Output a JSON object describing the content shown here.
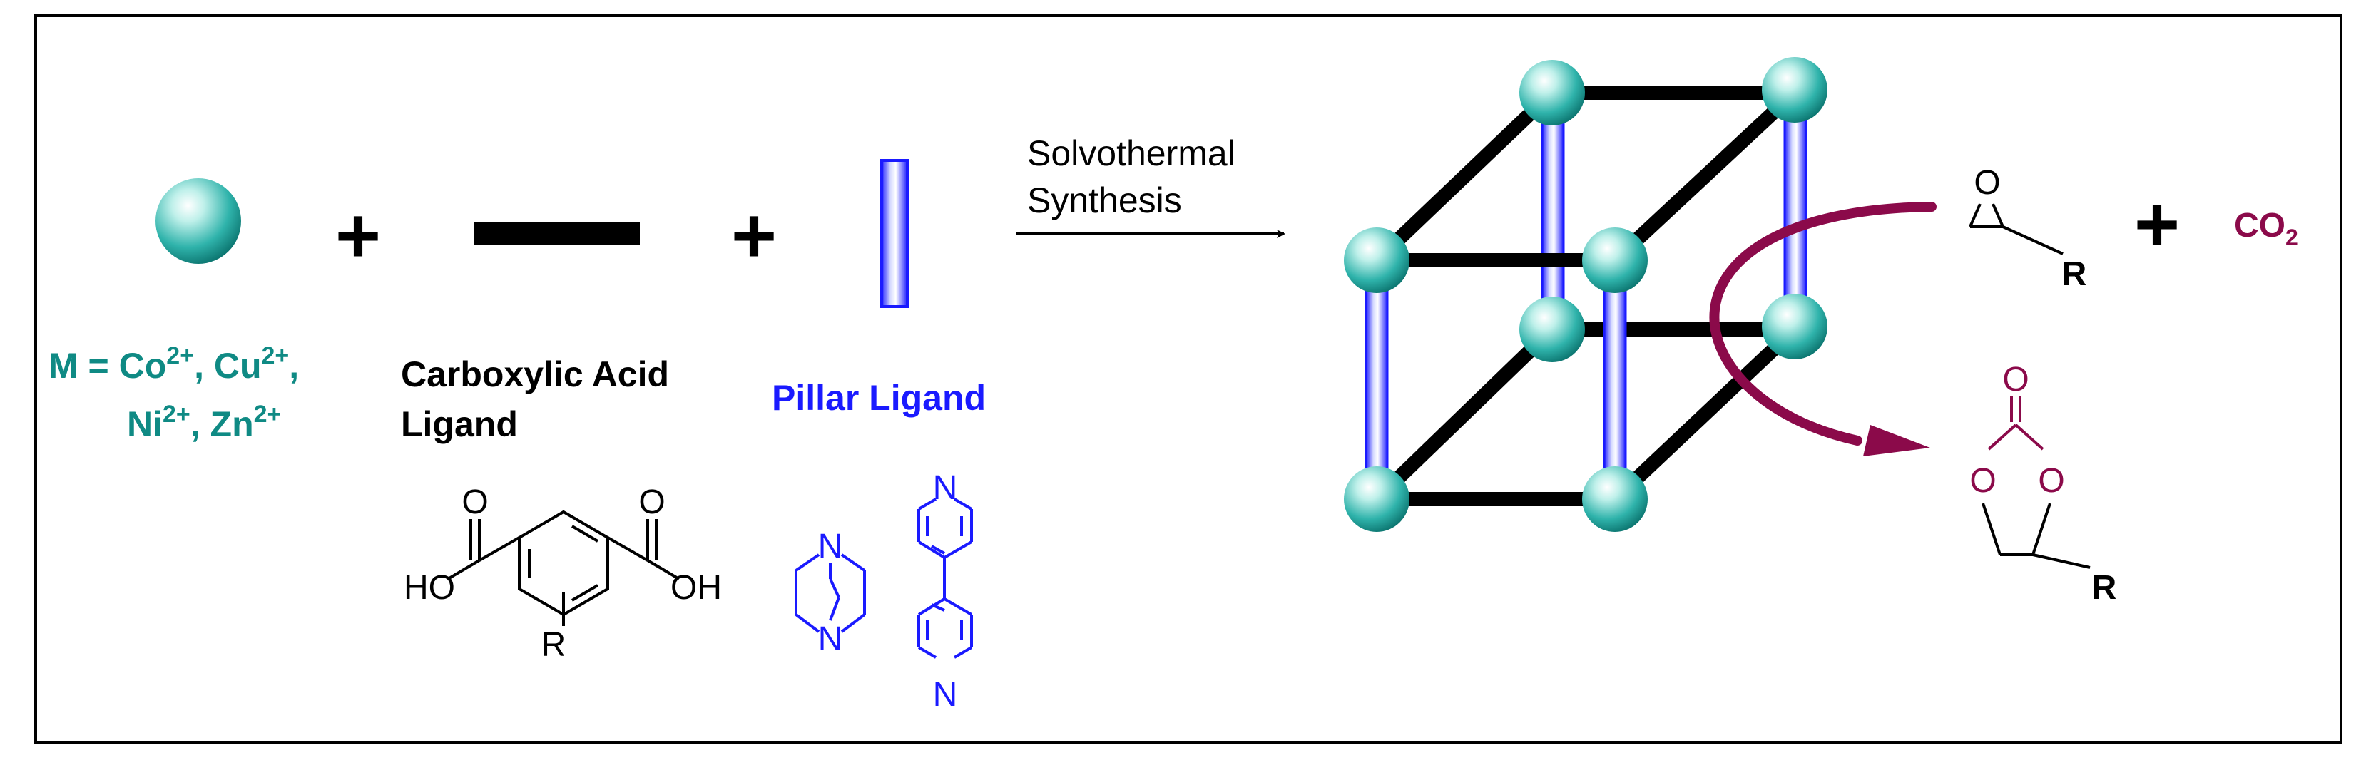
{
  "metal": {
    "line1_prefix": "M = Co",
    "line1_sup1": "2+",
    "line1_mid": ", Cu",
    "line1_sup2": "2+",
    "line1_end": ",",
    "line2_a": "Ni",
    "line2_sup1": "2+",
    "line2_mid": ", Zn",
    "line2_sup2": "2+"
  },
  "carboxylic": {
    "line1": "Carboxylic Acid",
    "line2": "Ligand",
    "ho_left": "HO",
    "o_left": "O",
    "oh_right": "OH",
    "o_right": "O",
    "r_group": "R"
  },
  "pillar": {
    "label": "Pillar Ligand",
    "dabco_n_top": "N",
    "dabco_n_bottom": "N",
    "bipy_n_top": "N",
    "bipy_n_bottom": "N"
  },
  "operators": {
    "plus1": "+",
    "plus2": "+",
    "plus3": "+"
  },
  "arrow": {
    "line1": "Solvothermal",
    "line2": "Synthesis"
  },
  "epoxide": {
    "o": "O",
    "r": "R"
  },
  "co2": {
    "base": "CO",
    "sub": "2"
  },
  "carbonate": {
    "o_top": "O",
    "o_left": "O",
    "o_right": "O",
    "r": "R"
  },
  "colors": {
    "metal_teal": "#0f8a84",
    "pillar_blue": "#1a1aff",
    "arrow_red": "#8b0a4a",
    "frame": "#000000"
  }
}
